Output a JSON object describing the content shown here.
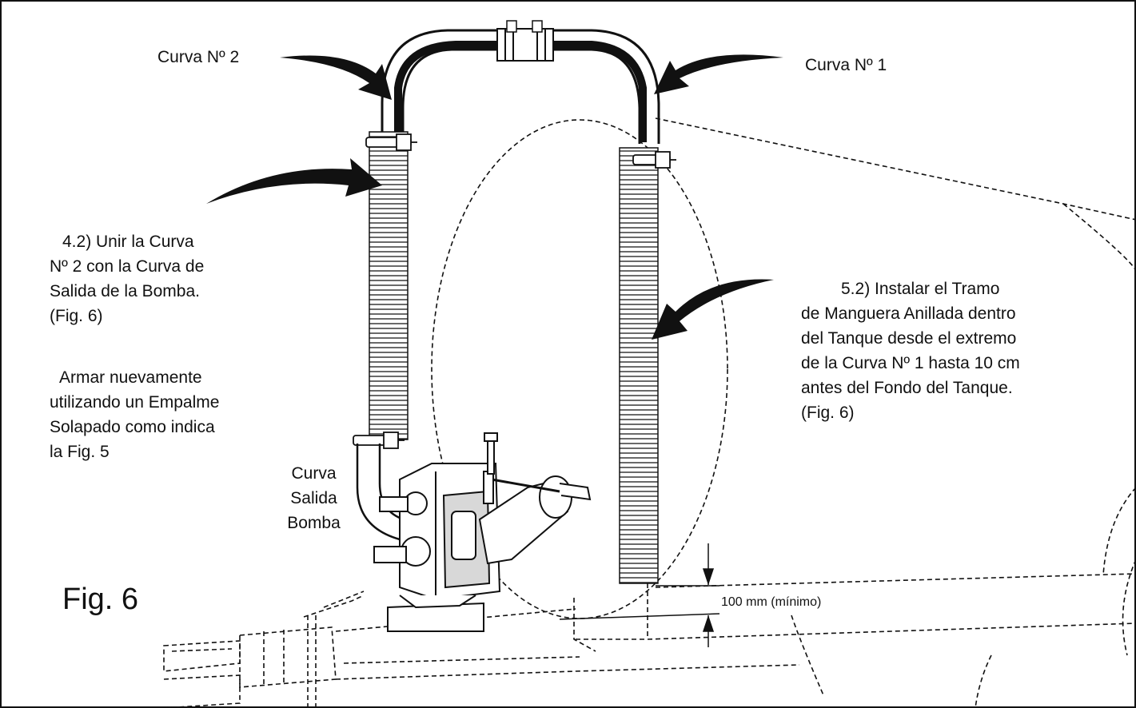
{
  "labels": {
    "curva2": "Curva Nº 2",
    "curva1": "Curva Nº 1",
    "curva_salida": "Curva\nSalida\nBomba",
    "figure": "Fig. 6",
    "dimension": "100 mm (mínimo)"
  },
  "notes": {
    "step_4_2": "4.2)  Unir la Curva\nNº 2 con la Curva  de\nSalida de la Bomba.\n(Fig. 6)",
    "armar": "Armar  nuevamente\nutilizando un Empalme\nSolapado como indica\nla Fig. 5",
    "step_5_2": "5.2)  Instalar  el  Tramo\nde Manguera Anillada dentro\ndel Tanque desde el extremo\nde la Curva Nº 1 hasta 10 cm\nantes del Fondo del Tanque.\n(Fig. 6)"
  },
  "colors": {
    "ink": "#111111",
    "paper": "#ffffff",
    "pipe_fill": "#ffffff",
    "pump_shade": "#d8d8d8"
  },
  "icons": [
    "arrow-curva2-icon",
    "arrow-curva1-icon",
    "arrow-hose-left-icon",
    "arrow-hose-right-icon",
    "hose-clamp-icon",
    "pump-icon",
    "tractor-hitch-icon"
  ]
}
